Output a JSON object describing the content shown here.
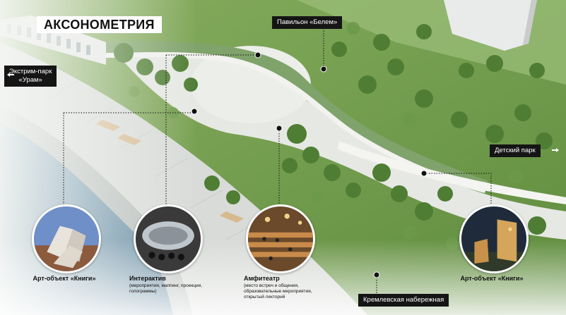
{
  "title": "АКСОНОМЕТРИЯ",
  "labels": {
    "extreme_park_line1": "Экстрим-парк",
    "extreme_park_line2": "«Урам»",
    "pavilion": "Павильон «Белем»",
    "kids_park": "Детский парк",
    "embankment": "Кремлевская набережная"
  },
  "captions": {
    "art_books_left": "Арт-объект «Книги»",
    "interactive": "Интерактив",
    "interactive_sub": "(мероприятия, маппинг, проекции, голограммы)",
    "amphitheater": "Амфитеатр",
    "amphitheater_sub": "(место встреч и общения, образовательные мероприятия, открытый лекторий",
    "art_books_right": "Арт-объект «Книги»"
  },
  "colors": {
    "water": "#5f8aa6",
    "greenery": "#6d9a4a",
    "tree": "#4f7d33",
    "paving": "#d9dcd8",
    "tag_bg": "#151515",
    "roof": "#7fa36a"
  }
}
